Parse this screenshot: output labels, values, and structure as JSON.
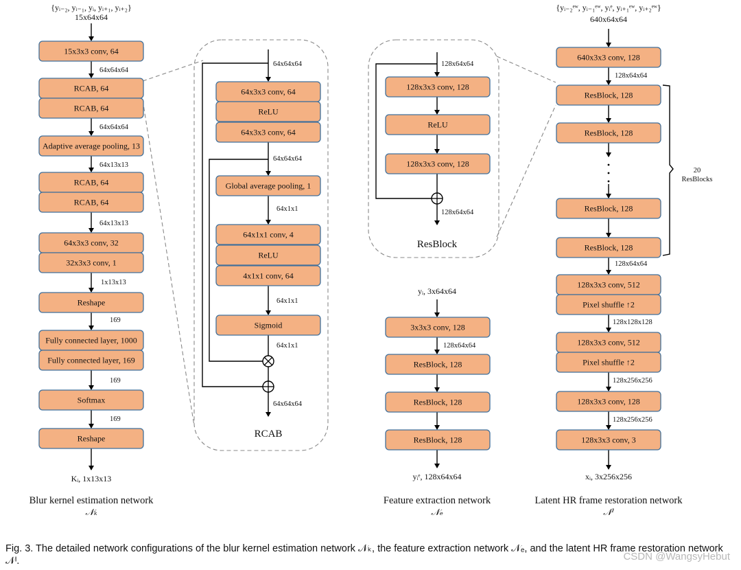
{
  "blur_net": {
    "input": "{yᵢ₋₂, yᵢ₋₁, yᵢ, yᵢ₊₁, yᵢ₊₂}",
    "input_size": "15x64x64",
    "boxes": [
      "15x3x3 conv, 64",
      "RCAB, 64",
      "RCAB, 64",
      "Adaptive average pooling, 13",
      "RCAB, 64",
      "RCAB, 64",
      "64x3x3 conv, 32",
      "32x3x3 conv, 1",
      "Reshape",
      "Fully connected layer, 1000",
      "Fully connected layer, 169",
      "Softmax",
      "Reshape"
    ],
    "edge_labels": [
      "64x64x64",
      "64x64x64",
      "64x13x13",
      "64x13x13",
      "1x13x13",
      "169",
      "169",
      "169"
    ],
    "output": "Kᵢ, 1x13x13",
    "title": "Blur kernel estimation network",
    "symbol": "𝒩ₖ"
  },
  "rcab": {
    "boxes": [
      "64x3x3 conv, 64",
      "ReLU",
      "64x3x3 conv, 64",
      "Global average pooling, 1",
      "64x1x1 conv, 4",
      "ReLU",
      "4x1x1 conv, 64",
      "Sigmoid"
    ],
    "edge_labels": [
      "64x64x64",
      "64x64x64",
      "64x1x1",
      "64x1x1",
      "64x1x1",
      "64x64x64"
    ],
    "title": "RCAB"
  },
  "resblock": {
    "boxes": [
      "128x3x3 conv, 128",
      "ReLU",
      "128x3x3 conv, 128"
    ],
    "edge_labels": [
      "128x64x64",
      "128x64x64"
    ],
    "title": "ResBlock"
  },
  "feature_net": {
    "input": "yᵢ, 3x64x64",
    "boxes": [
      "3x3x3 conv, 128",
      "ResBlock, 128",
      "ResBlock, 128",
      "ResBlock, 128"
    ],
    "edge_labels": [
      "128x64x64"
    ],
    "output": "yᵢᵉ, 128x64x64",
    "title": "Feature extraction network",
    "symbol": "𝒩ₑ"
  },
  "restore_net": {
    "input": "{yᵢ₋₂ᵉʷ, yᵢ₋₁ᵉʷ, yᵢᵉ, yᵢ₊₁ᵉʷ, yᵢ₊₂ᵉʷ}",
    "input_size": "640x64x64",
    "boxes": [
      "640x3x3 conv, 128",
      "ResBlock, 128",
      "ResBlock, 128",
      "ResBlock, 128",
      "ResBlock, 128",
      "128x3x3 conv, 512",
      "Pixel shuffle ↑2",
      "128x3x3 conv, 512",
      "Pixel shuffle ↑2",
      "128x3x3 conv, 128",
      "128x3x3 conv, 3"
    ],
    "edge_labels": [
      "128x64x64",
      "128x64x64",
      "128x128x128",
      "128x256x256",
      "128x256x256"
    ],
    "brace_count": "20",
    "brace_label": "ResBlocks",
    "output": "xᵢ, 3x256x256",
    "title": "Latent HR frame restoration network",
    "symbol": "𝒩ᴵ"
  },
  "caption": "Fig. 3. The detailed network configurations of the blur kernel estimation network 𝒩ₖ, the feature extraction network 𝒩ₑ, and the latent HR frame restoration network 𝒩ᴵ.",
  "watermark": "CSDN @WangsyHebut"
}
